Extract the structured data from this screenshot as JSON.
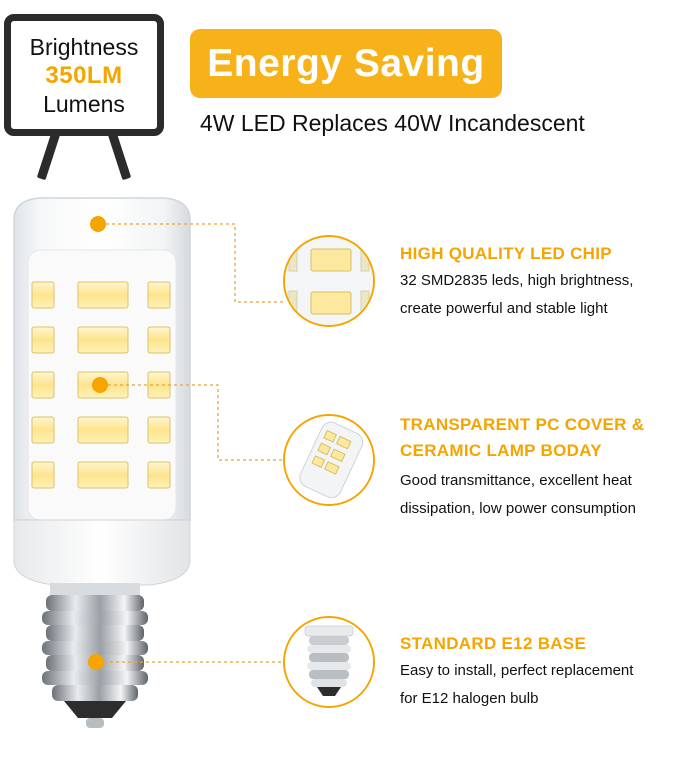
{
  "brightness_sign": {
    "line1": "Brightness",
    "line2": "350LM",
    "line3": "Lumens"
  },
  "energy": {
    "badge": "Energy Saving",
    "subtitle": "4W LED Replaces 40W Incandescent"
  },
  "features": [
    {
      "title_lines": [
        "HIGH QUALITY LED CHIP"
      ],
      "desc_lines": [
        "32 SMD2835 leds, high brightness,",
        "create powerful and stable light"
      ]
    },
    {
      "title_lines": [
        "TRANSPARENT PC COVER &",
        "CERAMIC LAMP BODAY"
      ],
      "desc_lines": [
        "Good transmittance, excellent heat",
        "dissipation, low power consumption"
      ]
    },
    {
      "title_lines": [
        "STANDARD E12 BASE"
      ],
      "desc_lines": [
        "Easy to install, perfect replacement",
        "for E12 halogen bulb"
      ]
    }
  ],
  "colors": {
    "accent": "#f7b21a",
    "title_orange": "#f5a400",
    "sign_frame": "#2b2b2b",
    "text": "#111111"
  },
  "icons": [
    "easel-sign-icon",
    "led-bulb-illustration",
    "led-chip-closeup-icon",
    "pc-cover-closeup-icon",
    "e12-base-closeup-icon"
  ]
}
